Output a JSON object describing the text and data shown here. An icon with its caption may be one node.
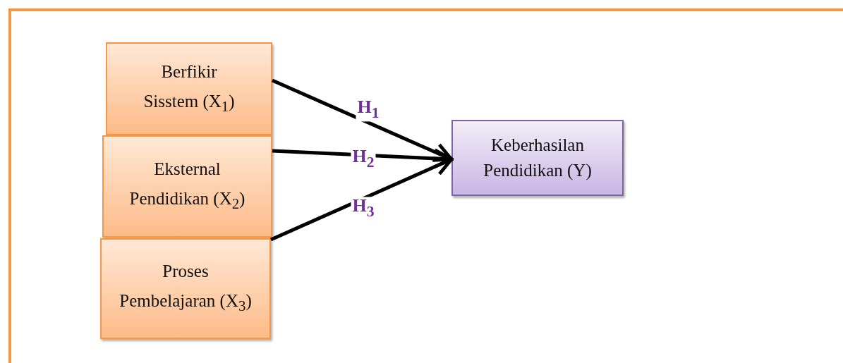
{
  "diagram": {
    "nodes": [
      {
        "text": [
          "Berfikir Sisstem (X$_{1}$)"
        ]
      },
      {
        "text": [
          "Eksternal Pendidikan (X$_{2}$)"
        ]
      },
      {
        "text": [
          "Proses Pembelajaran (X$_{3}$)"
        ]
      },
      {
        "text": [
          "Keberhasilan Pendidikan (Y)"
        ]
      }
    ],
    "edges": [
      {
        "from": 0,
        "to": 3,
        "arrow": "to",
        "label": "H$_{1}$"
      },
      {
        "from": 1,
        "to": 3,
        "arrow": "to",
        "label": "H$_{2}$"
      },
      {
        "from": 2,
        "to": 3,
        "arrow": "to",
        "label": "H$_{3}$"
      }
    ]
  }
}
